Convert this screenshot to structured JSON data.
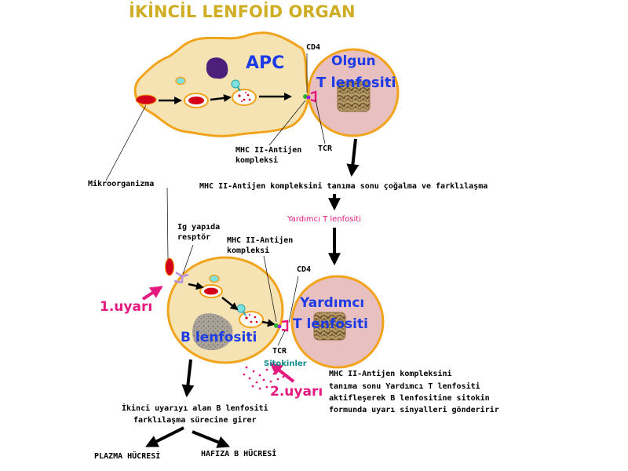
{
  "title": "İKİNCİL LENFOİD ORGAN",
  "apc": {
    "label": "APC",
    "t_cell_label_1": "Olgun",
    "t_cell_label_2": "T lenfositi",
    "cd4": "CD4",
    "tcr": "TCR",
    "mhc_1": "MHC II-Antijen",
    "mhc_2": "kompleksi"
  },
  "microorganism": "Mikroorganizma",
  "recognition_text": "MHC II-Antijen kompleksini tanıma sonu çoğalma ve farklılaşma",
  "helper_t_pink": "Yardımcı T lenfositi",
  "b_section": {
    "ig_1": "Ig yapıda",
    "ig_2": "resptör",
    "mhc_1": "MHC II-Antijen",
    "mhc_2": "kompleksi",
    "cd4": "CD4",
    "tcr": "TCR",
    "b_cell_label": "B lenfositi",
    "helper_label_1": "Yardımcı",
    "helper_label_2": "T lenfositi",
    "cytokines": "Sitokinler",
    "stimulus_1": "1.uyarı",
    "stimulus_2": "2.uyarı"
  },
  "description": {
    "line1": "MHC II-Antijen kompleksini",
    "line2": "tanıma sonu Yardımcı T lenfositi",
    "line3": "aktifleşerek B lenfositine sitokin",
    "line4": "formunda uyarı sinyalleri gönderirir"
  },
  "second_stimulus": {
    "line1": "İkinci uyarıyı alan B lenfositi",
    "line2": "farklılaşma sürecine girer"
  },
  "plasma_cell": "PLAZMA HÜCRESİ",
  "memory_cell": "HAFIZA B HÜCRESİ",
  "colors": {
    "cell_fill": "#f6e3b4",
    "cell_border": "#f2a31c",
    "tcell_fill": "#e9c0c0",
    "nucleus_apc": "#4b1f7a",
    "antigen_red": "#d4001a",
    "title_color": "#cfae26",
    "label_blue": "#1e3ce6",
    "pink": "#e4197f",
    "teal": "#0f8a8a",
    "green": "#2db22d",
    "violet": "#a020f0"
  }
}
